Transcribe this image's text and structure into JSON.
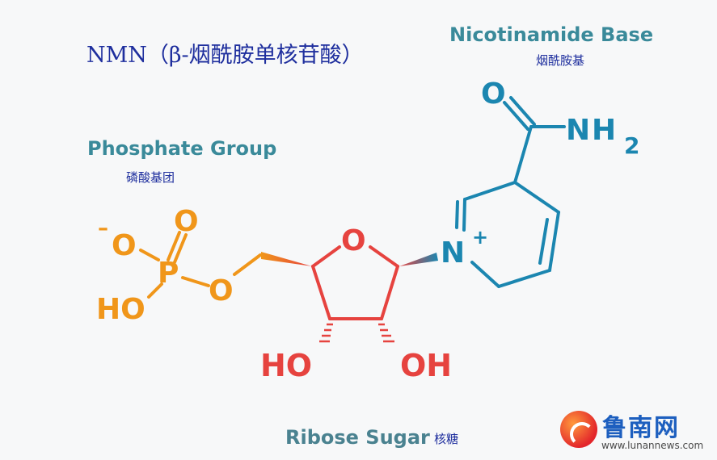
{
  "title": "NMN（β-烟酰胺单核苷酸）",
  "groups": {
    "nicotinamide": {
      "label": "Nicotinamide Base",
      "label_cn": "烟酰胺基"
    },
    "phosphate": {
      "label": "Phosphate Group",
      "label_cn": "磷酸基团"
    },
    "ribose": {
      "label": "Ribose Sugar",
      "label_cn": "核糖"
    }
  },
  "atoms": {
    "nic_o": "O",
    "nic_n": "N",
    "nic_h": "H",
    "nic_2": "2",
    "ring_n": "N",
    "ring_plus": "+",
    "ribose_o": "O",
    "ribose_ho": "HO",
    "ribose_oh": "OH",
    "phos_p": "P",
    "phos_o_top": "O",
    "phos_o_left": "O",
    "phos_minus": "–",
    "phos_ho": "HO",
    "phos_o_link": "O"
  },
  "colors": {
    "nicotinamide": "#1b86b0",
    "phosphate": "#f0961a",
    "ribose": "#e6433f",
    "group_label": "#3a8a9a",
    "cn_label": "#1f2f9e"
  },
  "watermark": {
    "name": "鲁南网",
    "url": "www.lunannews.com"
  }
}
